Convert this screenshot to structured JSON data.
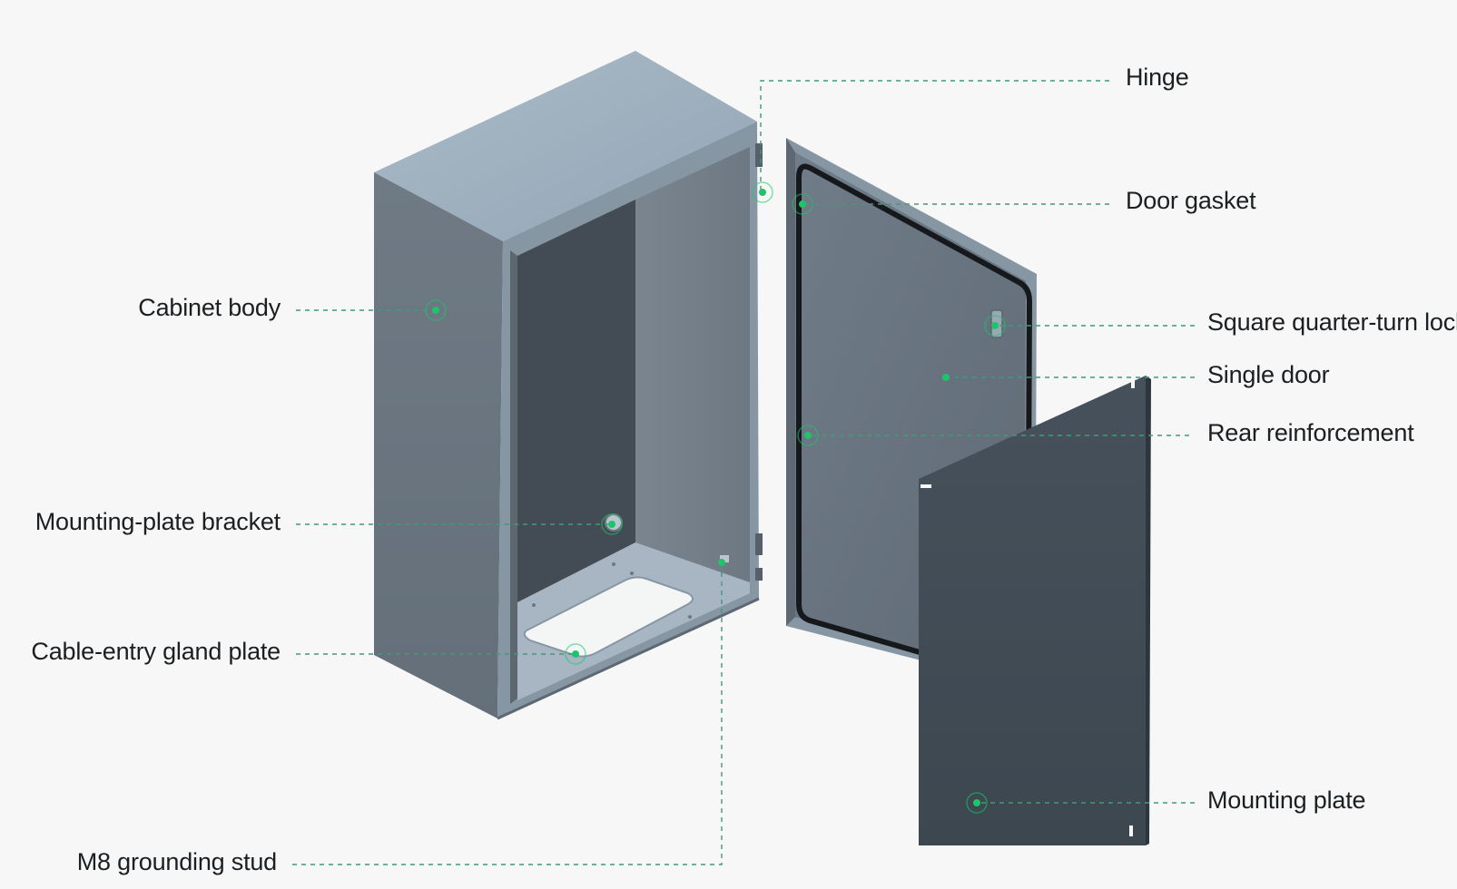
{
  "diagram": {
    "type": "exploded-view-callouts",
    "callout_color": "#1fc46a",
    "leader_color": "#3f9b78",
    "colors": {
      "background": "#f6f7f6",
      "body_front": "#6b7681",
      "body_top": "#9eb0bf",
      "interior": "#434c54",
      "door_panel": "#6c7883",
      "gasket": "#16191c",
      "mounting_plate": "#414b54"
    },
    "labels": {
      "hinge": "Hinge",
      "door_gasket": "Door gasket",
      "cabinet_body": "Cabinet body",
      "square_lock": "Square quarter-turn lock",
      "single_door": "Single door",
      "rear_reinforcement": "Rear reinforcement",
      "mounting_plate_bracket": "Mounting-plate bracket",
      "cable_entry_gland_plate": "Cable-entry gland plate",
      "mounting_plate": "Mounting plate",
      "grounding_stud": "M8 grounding stud"
    }
  }
}
